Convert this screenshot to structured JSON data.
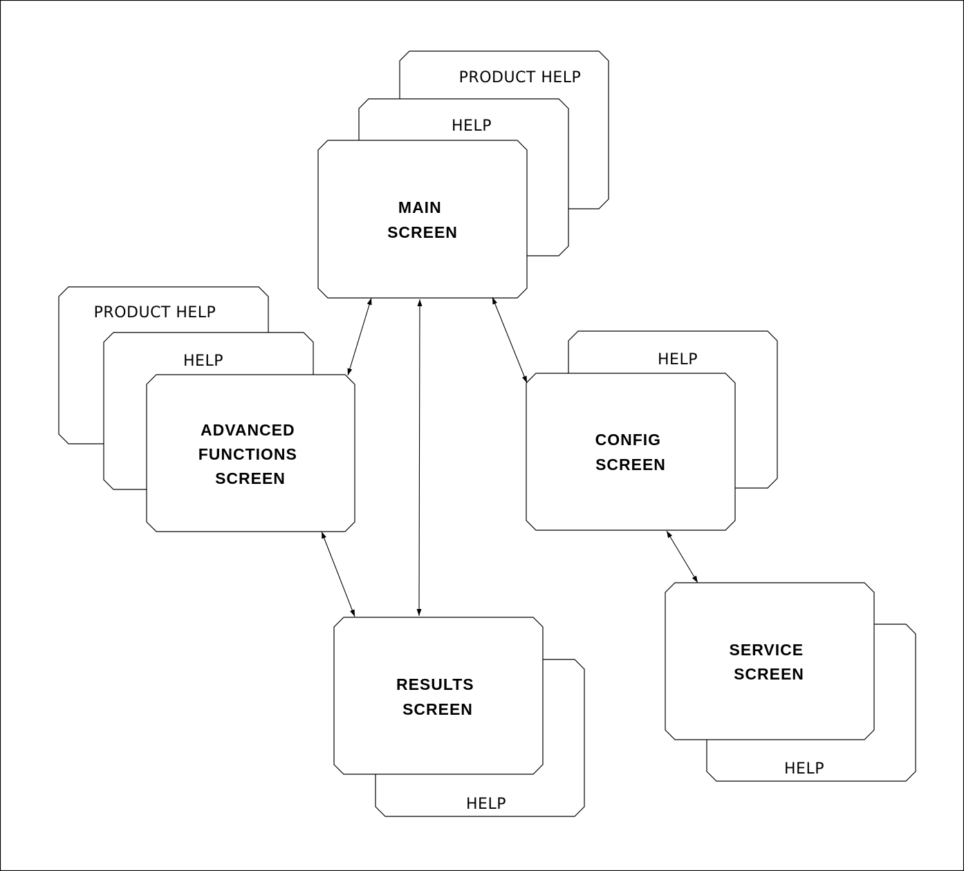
{
  "diagram": {
    "screens": {
      "main": {
        "line1": "MAIN",
        "line2": "SCREEN"
      },
      "advanced": {
        "line1": "ADVANCED",
        "line2": "FUNCTIONS",
        "line3": "SCREEN"
      },
      "config": {
        "line1": "CONFIG",
        "line2": "SCREEN"
      },
      "results": {
        "line1": "RESULTS",
        "line2": "SCREEN"
      },
      "service": {
        "line1": "SERVICE",
        "line2": "SCREEN"
      }
    },
    "help_cards": {
      "main_help": "HELP",
      "main_product_help": "PRODUCT HELP",
      "advanced_help": "HELP",
      "advanced_product_help": "PRODUCT HELP",
      "config_help": "HELP",
      "results_help": "HELP",
      "service_help": "HELP"
    },
    "connections": [
      {
        "from": "main",
        "to": "advanced",
        "bidirectional": true
      },
      {
        "from": "main",
        "to": "results",
        "bidirectional": true
      },
      {
        "from": "main",
        "to": "config",
        "bidirectional": true
      },
      {
        "from": "advanced",
        "to": "results",
        "bidirectional": true
      },
      {
        "from": "config",
        "to": "service",
        "bidirectional": true
      }
    ]
  }
}
